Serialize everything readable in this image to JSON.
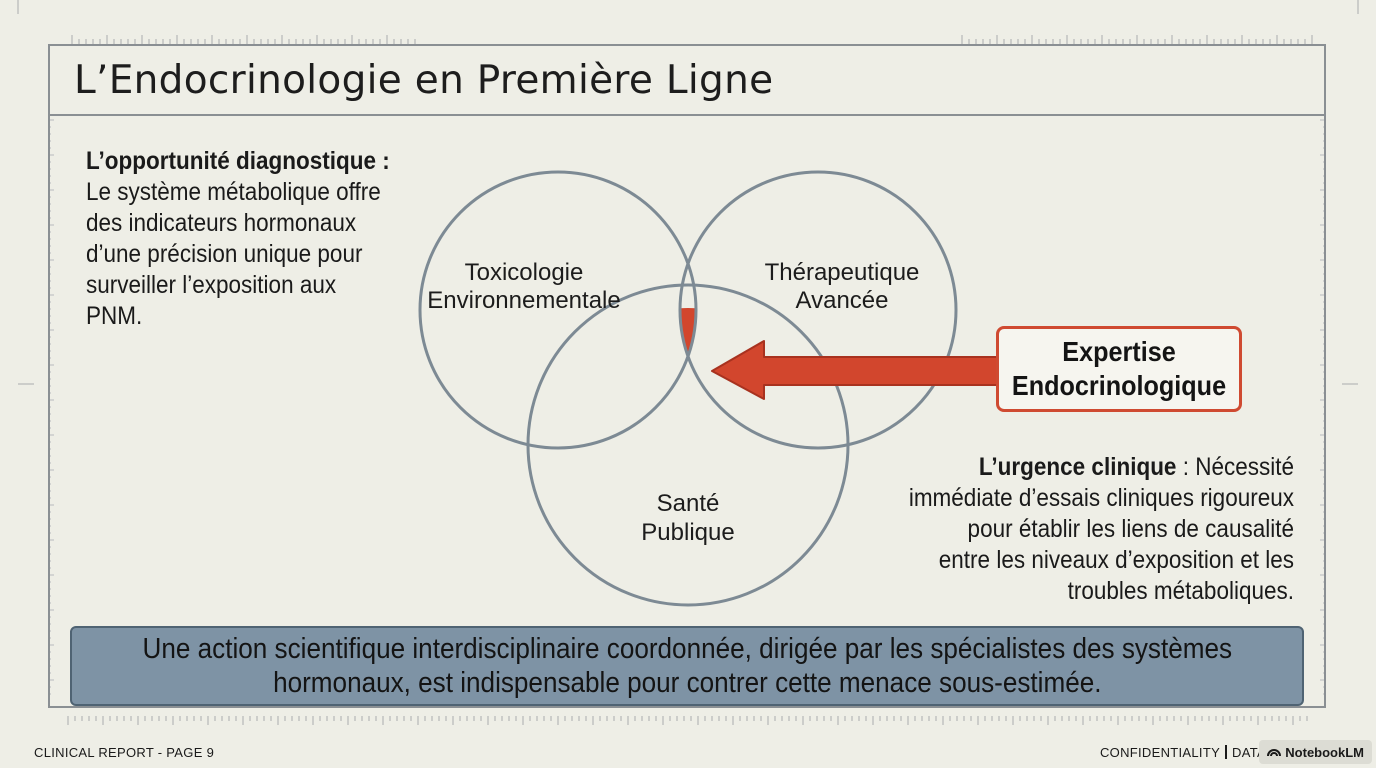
{
  "title": "L’Endocrinologie en Première Ligne",
  "left_block": {
    "heading": "L’opportunité diagnostique :",
    "lines": [
      "Le système métabolique offre",
      "des indicateurs hormonaux",
      "d’une précision unique pour",
      "surveiller l’exposition aux",
      "PNM."
    ]
  },
  "venn": {
    "circles": [
      {
        "label_lines": [
          "Toxicologie",
          "Environnementale"
        ]
      },
      {
        "label_lines": [
          "Thérapeutique",
          "Avancée"
        ]
      },
      {
        "label_lines": [
          "Santé",
          "Publique"
        ]
      }
    ],
    "outline_color": "#7d8a94",
    "highlight_color": "#d2462d"
  },
  "callout": {
    "line1": "Expertise",
    "line2": "Endocrinologique",
    "border_color": "#cf4a31"
  },
  "right_block": {
    "heading": "L’urgence clinique",
    "separator": " : ",
    "lines": [
      "Nécessité",
      "immédiate d’essais cliniques rigoureux",
      "pour établir les liens de causalité",
      "entre les niveaux d’exposition et les",
      "troubles métaboliques."
    ]
  },
  "banner": {
    "line1": "Une action scientifique interdisciplinaire coordonnée, dirigée par les spécialistes des systèmes",
    "line2": "hormonaux, est indispensable pour contrer cette menace sous-estimée.",
    "color": "#7e93a5"
  },
  "footer": {
    "left": "CLINICAL REPORT - PAGE 9",
    "right_a": "CONFIDENTIALITY",
    "right_b": "DATA",
    "brand": "NotebookLM"
  }
}
